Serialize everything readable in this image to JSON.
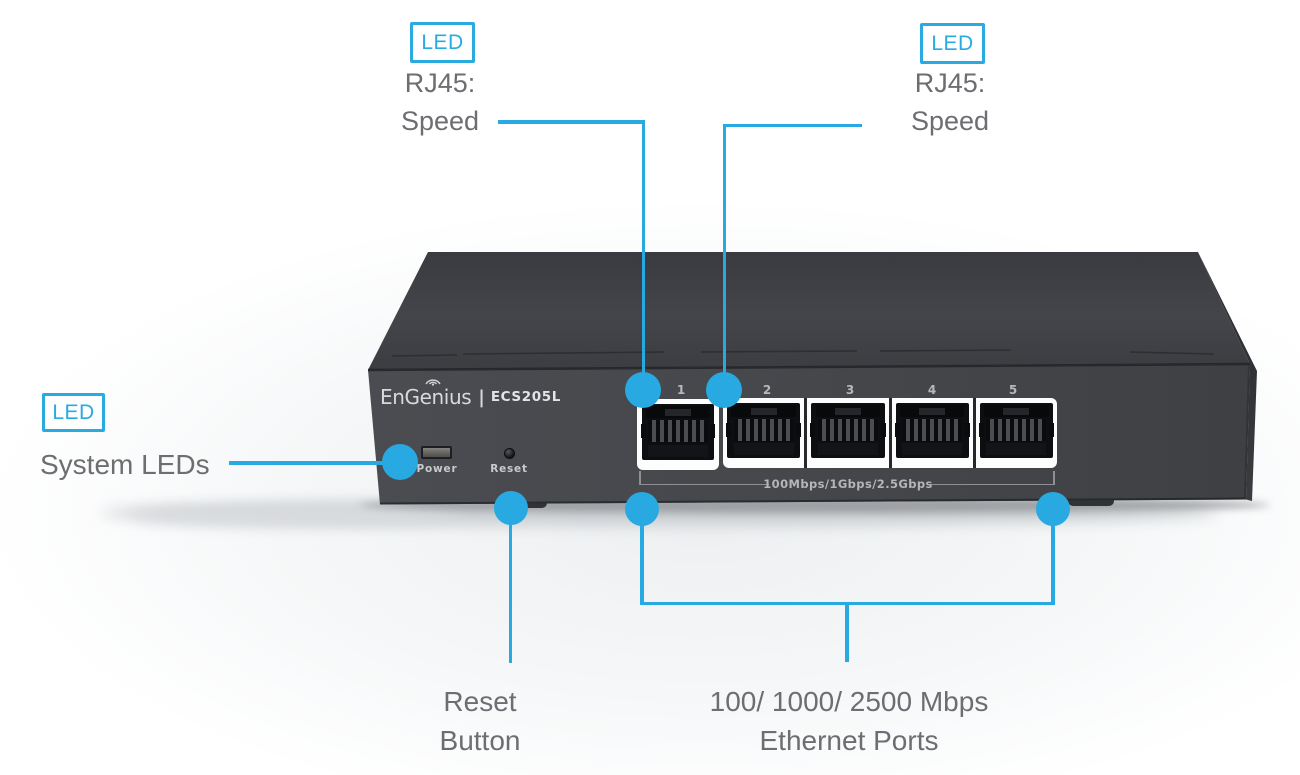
{
  "colors": {
    "accent": "#29abe2",
    "label": "#6d6e71"
  },
  "callouts": {
    "top_left": {
      "badge": "LED",
      "line1": "RJ45:",
      "line2": "Speed"
    },
    "top_right": {
      "badge": "LED",
      "line1": "RJ45:",
      "line2": "Speed"
    },
    "left": {
      "badge": "LED",
      "label": "System LEDs"
    },
    "reset": {
      "line1": "Reset",
      "line2": "Button"
    },
    "ports": {
      "line1": "100/ 1000/ 2500 Mbps",
      "line2": "Ethernet Ports"
    }
  },
  "device": {
    "brand": "EnGenius",
    "separator": "|",
    "model": "ECS205L",
    "power_label": "Power",
    "reset_label": "Reset",
    "port_numbers": [
      "1",
      "2",
      "3",
      "4",
      "5"
    ],
    "ports_speed_note": "100Mbps/1Gbps/2.5Gbps"
  }
}
